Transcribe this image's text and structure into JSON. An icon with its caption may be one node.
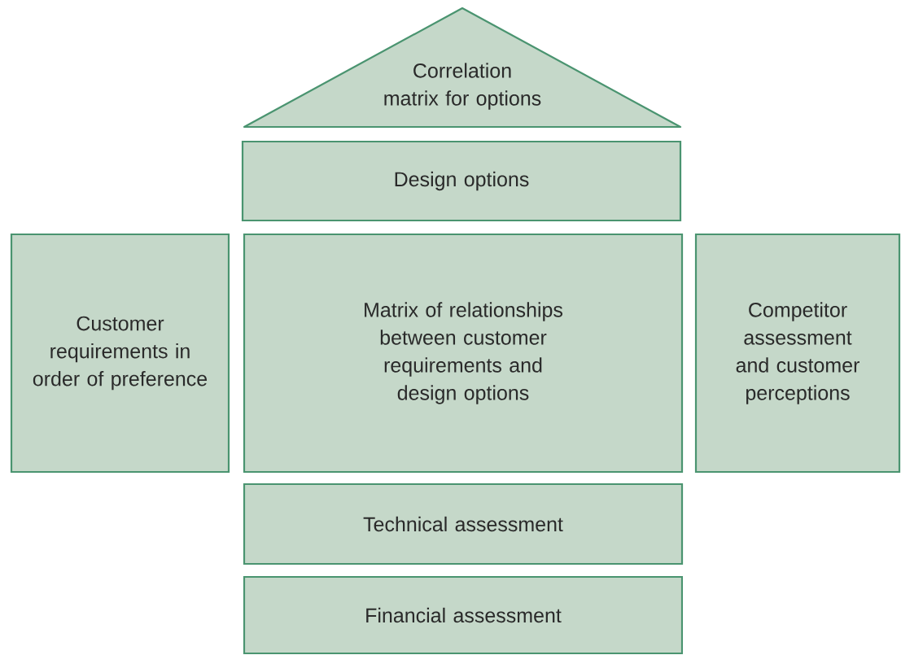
{
  "diagram": {
    "nodes": [
      {
        "text": [
          "Correlation matrix for options"
        ]
      },
      {
        "text": [
          "Design options"
        ]
      },
      {
        "text": [
          "Customer requirements in order of preference"
        ]
      },
      {
        "text": [
          "Matrix of relationships between customer requirements and design options"
        ]
      },
      {
        "text": [
          "Competitor assessment and customer perceptions"
        ]
      },
      {
        "text": [
          "Technical assessment"
        ]
      },
      {
        "text": [
          "Financial assessment"
        ]
      }
    ]
  }
}
